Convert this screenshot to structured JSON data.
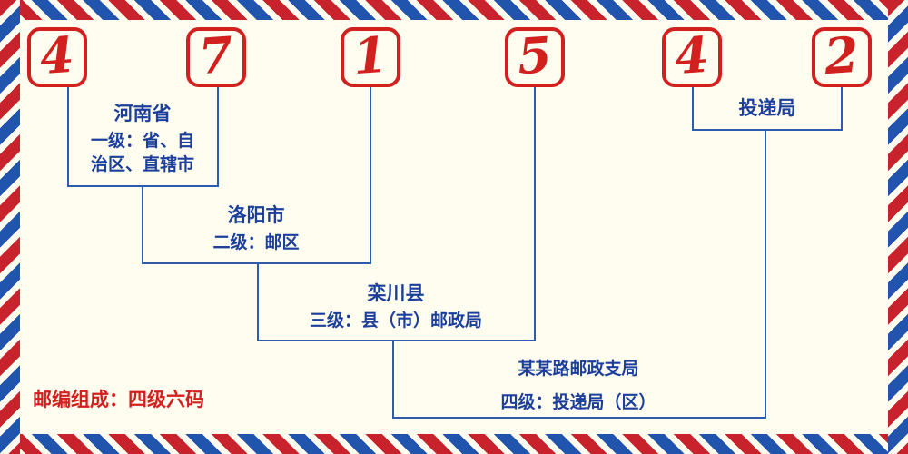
{
  "diagram": {
    "digits": [
      "4",
      "7",
      "1",
      "5",
      "4",
      "2"
    ],
    "levels": [
      {
        "name": "河南省",
        "desc": "一级：省、自治区、直辖市"
      },
      {
        "name": "洛阳市",
        "desc": "二级：邮区"
      },
      {
        "name": "栾川县",
        "desc": "三级：县（市）邮政局"
      },
      {
        "name": "某某路邮政支局",
        "desc": "四级：投递局（区）"
      }
    ],
    "delivery_label": "投递局",
    "footer_note": "邮编组成：四级六码"
  },
  "colors": {
    "digit_red": "#d2201f",
    "line_blue": "#2b5cb0",
    "text_blue": "#1d3f9c",
    "border_red": "#c8232c",
    "border_blue": "#2155ad",
    "background": "#fffdf0"
  }
}
